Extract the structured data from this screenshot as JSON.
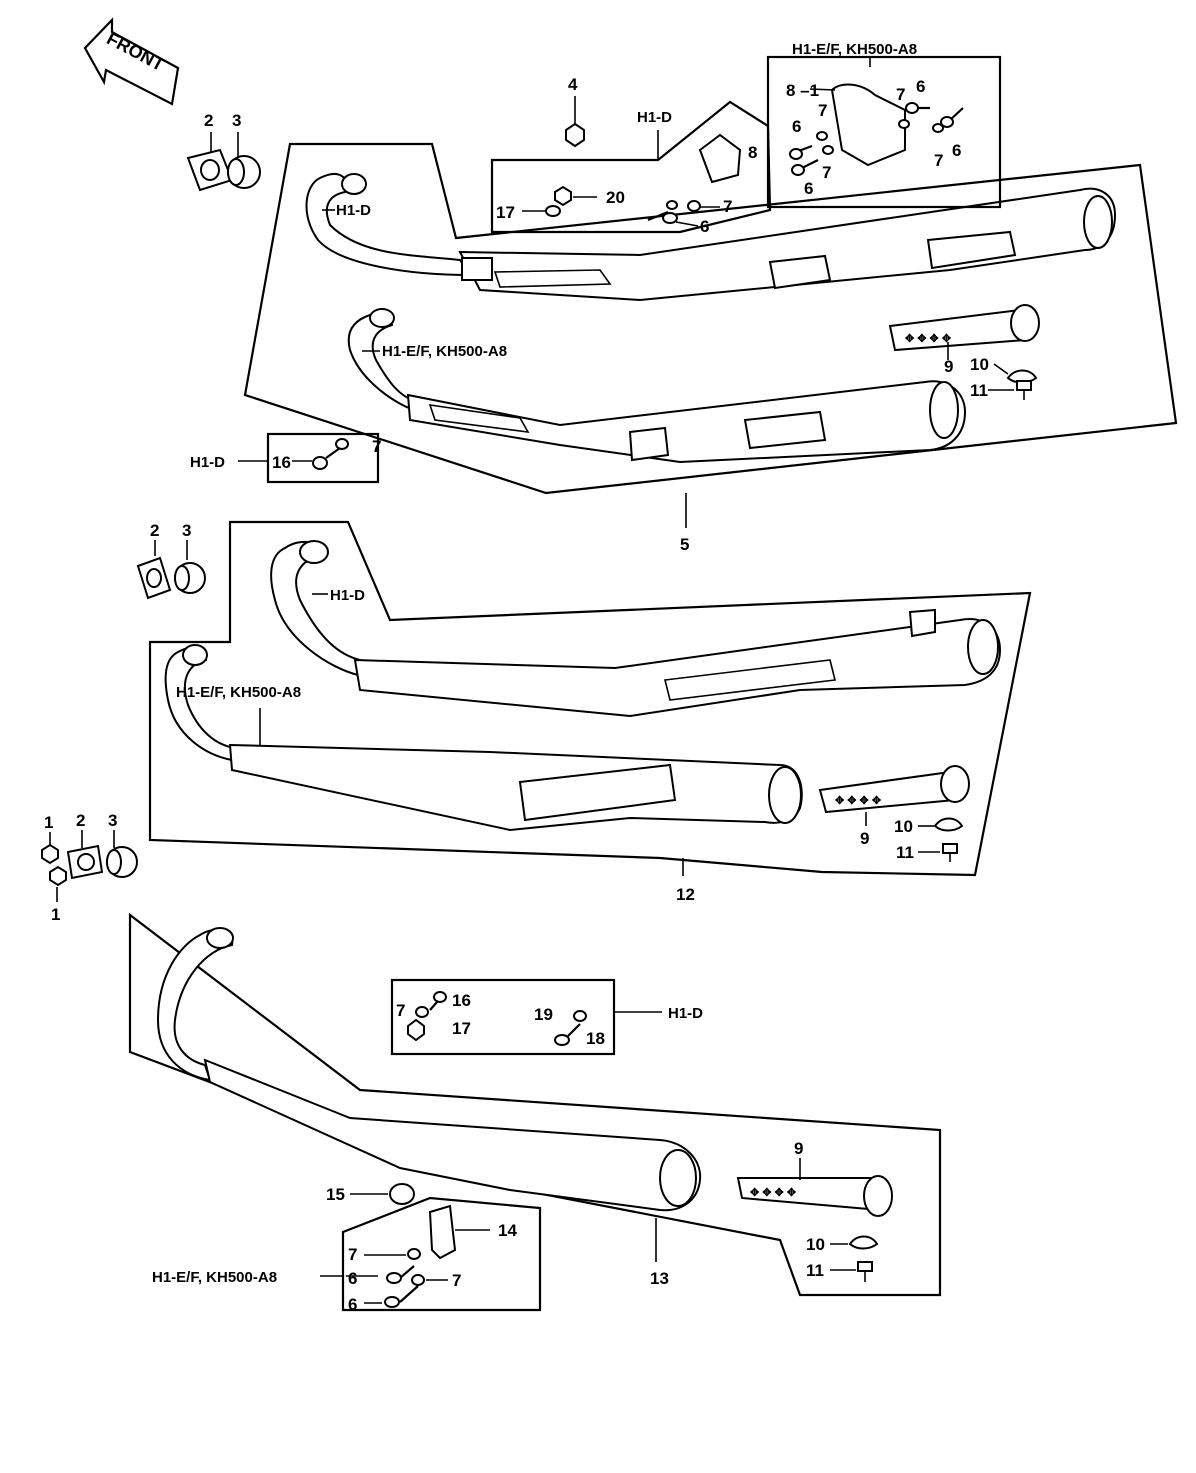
{
  "diagram": {
    "front_label": "FRONT",
    "variants": {
      "h1d": "H1-D",
      "h1ef": "H1-E/F, KH500-A8"
    },
    "callouts": {
      "n1": "1",
      "n2": "2",
      "n3": "3",
      "n4": "4",
      "n5": "5",
      "n6": "6",
      "n7": "7",
      "n8": "8",
      "n8_1": "8 –1",
      "n9": "9",
      "n10": "10",
      "n11": "11",
      "n12": "12",
      "n13": "13",
      "n14": "14",
      "n15": "15",
      "n16": "16",
      "n17": "17",
      "n18": "18",
      "n19": "19",
      "n20": "20"
    }
  }
}
